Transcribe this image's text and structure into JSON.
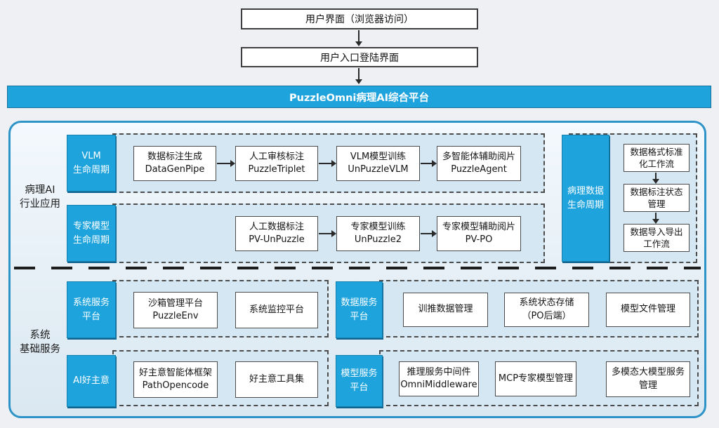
{
  "colors": {
    "accent": "#1ea3dc",
    "container_border": "#2e93c6",
    "dashed_fill": "#d5e7f3",
    "page_bg": "#eef0f3"
  },
  "top": {
    "user_ui": "用户界面（浏览器访问）",
    "login": "用户入口登陆界面",
    "platform": "PuzzleOmni病理AI综合平台"
  },
  "sections": {
    "industry": {
      "l1": "病理AI",
      "l2": "行业应用"
    },
    "system": {
      "l1": "系统",
      "l2": "基础服务"
    }
  },
  "lanes": {
    "vlm": {
      "l1": "VLM",
      "l2": "生命周期"
    },
    "expert": {
      "l1": "专家模型",
      "l2": "生命周期"
    },
    "pathdata": {
      "l1": "病理数据",
      "l2": "生命周期"
    },
    "sys_service": {
      "l1": "系统服务",
      "l2": "平台"
    },
    "data_service": {
      "l1": "数据服务",
      "l2": "平台"
    },
    "ai_idea": {
      "l1": "AI好主意"
    },
    "model_service": {
      "l1": "模型服务",
      "l2": "平台"
    }
  },
  "nodes": {
    "datagen": {
      "l1": "数据标注生成",
      "l2": "DataGenPipe"
    },
    "triplet": {
      "l1": "人工审核标注",
      "l2": "PuzzleTriplet"
    },
    "vlmtrain": {
      "l1": "VLM模型训练",
      "l2": "UnPuzzleVLM"
    },
    "agent": {
      "l1": "多智能体辅助阅片",
      "l2": "PuzzleAgent"
    },
    "pvunpuzzle": {
      "l1": "人工数据标注",
      "l2": "PV-UnPuzzle"
    },
    "unpuzzle2": {
      "l1": "专家模型训练",
      "l2": "UnPuzzle2"
    },
    "pvpo": {
      "l1": "专家模型辅助阅片",
      "l2": "PV-PO"
    },
    "fmt": {
      "l1": "数据格式标准",
      "l2": "化工作流"
    },
    "status": {
      "l1": "数据标注状态",
      "l2": "管理"
    },
    "impexp": {
      "l1": "数据导入导出",
      "l2": "工作流"
    },
    "sandbox": {
      "l1": "沙箱管理平台",
      "l2": "PuzzleEnv"
    },
    "monitor": {
      "l1": "系统监控平台"
    },
    "traindata": {
      "l1": "训推数据管理"
    },
    "statestore": {
      "l1": "系统状态存储",
      "l2": "（PO后端）"
    },
    "modelfiles": {
      "l1": "模型文件管理"
    },
    "framework": {
      "l1": "好主意智能体框架",
      "l2": "PathOpencode"
    },
    "toolset": {
      "l1": "好主意工具集"
    },
    "middleware": {
      "l1": "推理服务中间件",
      "l2": "OmniMiddleware"
    },
    "mcp": {
      "l1": "MCP专家模型管理"
    },
    "multimodal": {
      "l1": "多模态大模型服务",
      "l2": "管理"
    }
  }
}
